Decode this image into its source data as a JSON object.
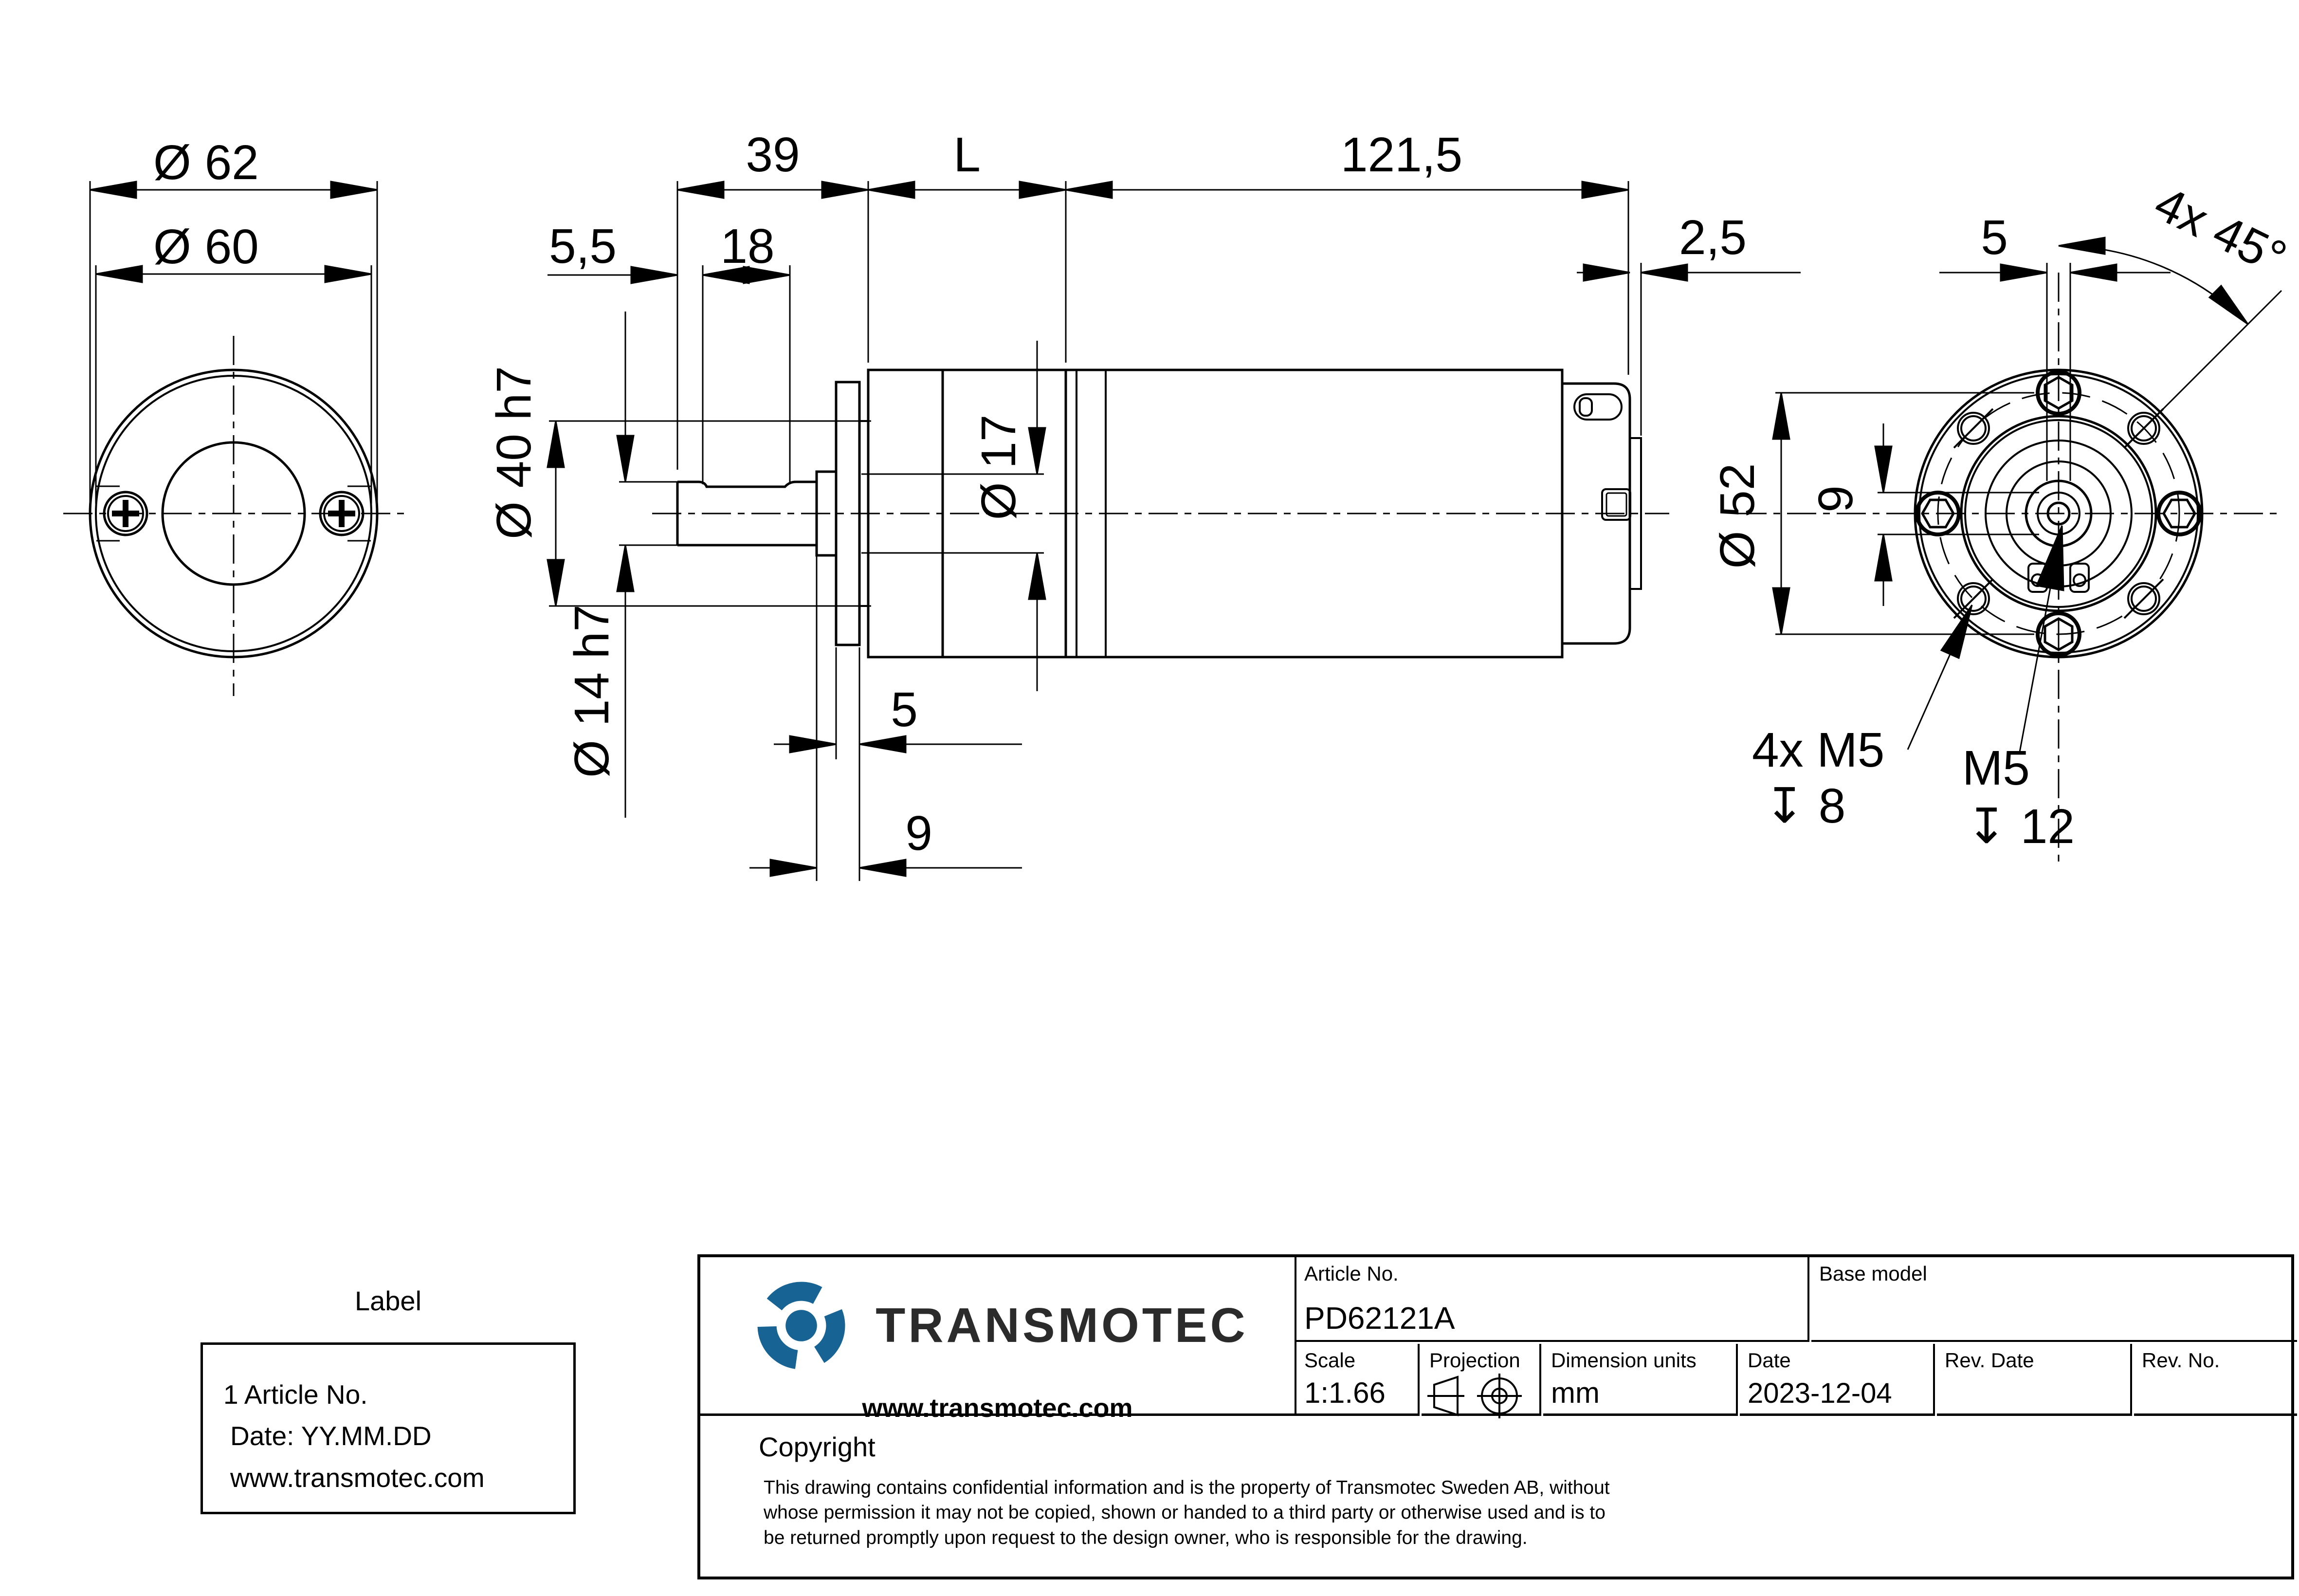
{
  "drawing": {
    "front_view": {
      "dim_outer_diameter": "Ø 62",
      "dim_inner_diameter": "Ø 60"
    },
    "side_view": {
      "dim_gearhead_front": "39",
      "dim_gear_length": "L",
      "dim_motor_length": "121,5",
      "dim_shaft_tip": "5,5",
      "dim_shaft_flat": "18",
      "dim_rear_cap": "2,5",
      "dim_pilot_diameter": "Ø 40 h7",
      "dim_shaft_diameter": "Ø 14 h7",
      "dim_boss_diameter": "Ø 17",
      "dim_plate_thickness": "5",
      "dim_mount_depth": "9"
    },
    "rear_view": {
      "dim_hole_pattern_angle": "4x 45°",
      "dim_key_width": "5",
      "dim_bolt_circle": "Ø 52",
      "dim_hub": "9",
      "thread_note_front": {
        "label": "4x M5",
        "depth_symbol": "↧",
        "depth_value": "8"
      },
      "thread_note_center": {
        "label": "M5",
        "depth_symbol": "↧",
        "depth_value": "12"
      }
    }
  },
  "label_box": {
    "title": "Label",
    "lines": [
      "1 Article No.",
      "Date: YY.MM.DD",
      "www.transmotec.com"
    ]
  },
  "title_block": {
    "company": "TRANSMOTEC",
    "website": "www.transmotec.com",
    "article_no_label": "Article No.",
    "article_no_value": "PD62121A",
    "base_model_label": "Base model",
    "scale_label": "Scale",
    "scale_value": "1:1.66",
    "projection_label": "Projection",
    "dimension_units_label": "Dimension units",
    "dimension_units_value": "mm",
    "date_label": "Date",
    "date_value": "2023-12-04",
    "rev_date_label": "Rev. Date",
    "rev_no_label": "Rev. No.",
    "copyright_title": "Copyright",
    "copyright_lines": [
      "This drawing contains confidential information and is the property of Transmotec Sweden AB, without",
      "whose permission it may not be copied, shown or handed to a third party or otherwise used and is to",
      "be returned promptly upon request to the design owner, who is responsible for the drawing."
    ]
  },
  "colors": {
    "logo_blue": "#176394",
    "line_black": "#000000"
  }
}
